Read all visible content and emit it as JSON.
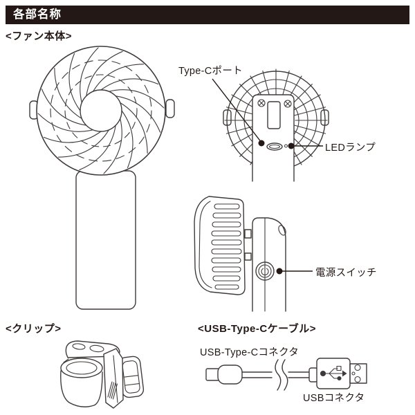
{
  "page": {
    "title": "各部名称",
    "background": "#ffffff"
  },
  "colors": {
    "header_bg": "#231815",
    "header_text": "#ffffff",
    "line_art": "#3e3a39",
    "label_text": "#231815"
  },
  "sections": {
    "fan_body": {
      "heading": "<ファン本体>",
      "callouts": [
        {
          "id": "type-c-port",
          "label": "Type-Cポート"
        },
        {
          "id": "led-lamp",
          "label": "LEDランプ"
        },
        {
          "id": "power-switch",
          "label": "電源スイッチ"
        }
      ]
    },
    "clip": {
      "heading": "<クリップ>"
    },
    "usb_cable": {
      "heading": "<USB-Type-Cケーブル>",
      "labels": {
        "type_c_connector": "USB-Type-Cコネクタ",
        "usb_connector": "USBコネクタ"
      }
    }
  },
  "icons": {
    "power_icon": "⏻",
    "usb_trident_icon": "USB trident",
    "screw_icon": "⊗",
    "usb_c_port_icon": "oval port",
    "led_indicator_icon": "small dot"
  }
}
